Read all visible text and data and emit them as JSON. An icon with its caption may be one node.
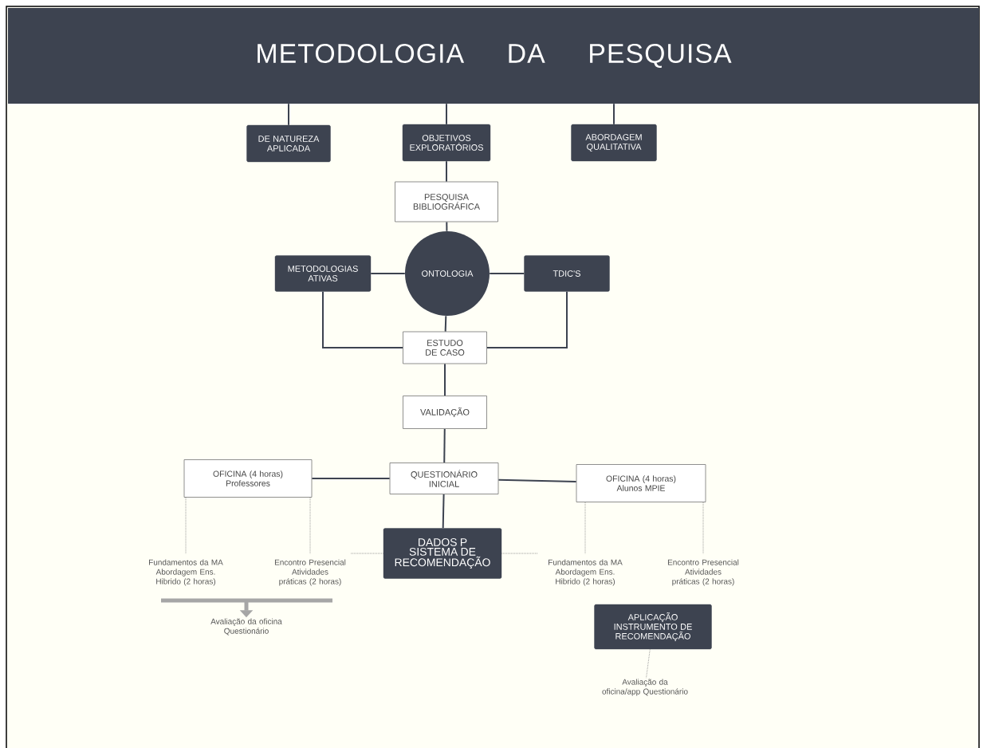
{
  "diagram": {
    "nodes": [
      {
        "text": [
          "METODOLOGIA DA PESQUISA"
        ]
      },
      {
        "text": [
          "DE NATUREZA APLICADA"
        ]
      },
      {
        "text": [
          "OBJETIVOS EXPLORATÓRIOS"
        ]
      },
      {
        "text": [
          "ABORDAGEM QUALITATIVA"
        ]
      },
      {
        "text": [
          "PESQUISA BIBLIOGRÁFICA"
        ]
      },
      {
        "text": [
          "METODOLOGIAS ATIVAS"
        ]
      },
      {
        "text": [
          "ONTOLOGIA"
        ]
      },
      {
        "text": [
          "TDIC'S"
        ]
      },
      {
        "text": [
          "ESTUDO DE CASO"
        ]
      },
      {
        "text": [
          "VALIDAÇÃO"
        ]
      },
      {
        "text": [
          "OFICINA (4 horas) Professores"
        ]
      },
      {
        "text": [
          "QUESTIONÁRIO INICIAL"
        ]
      },
      {
        "text": [
          "OFICINA (4 horas) Alunos MPIE"
        ]
      },
      {
        "text": [
          "Fundamentos da MA Abordagem Ens. Hibrido (2 horas)"
        ]
      },
      {
        "text": [
          "Encontro Presencial Atividades práticas (2 horas)"
        ]
      },
      {
        "text": [
          "DADOS P SISTEMA DE RECOMENDAÇÃO"
        ]
      },
      {
        "text": [
          "Fundamentos da MA Abordagem Ens. Hibrido (2 horas)"
        ]
      },
      {
        "text": [
          "Encontro Presencial Atividades práticas (2 horas)"
        ]
      },
      {
        "text": [
          "Avaliação da oficina Questionário"
        ]
      },
      {
        "text": [
          "APLICAÇÃO INSTRUMENTO DE RECOMENDAÇÃO"
        ]
      },
      {
        "text": [
          "Avaliação da oficina/app Questionário"
        ]
      }
    ],
    "edges": [
      {
        "from": 0,
        "to": 1,
        "arrow": "none"
      },
      {
        "from": 0,
        "to": 2,
        "arrow": "none"
      },
      {
        "from": 0,
        "to": 3,
        "arrow": "none"
      },
      {
        "from": 2,
        "to": 4,
        "arrow": "none"
      },
      {
        "from": 4,
        "to": 6,
        "arrow": "none"
      },
      {
        "from": 5,
        "to": 6,
        "arrow": "none"
      },
      {
        "from": 6,
        "to": 7,
        "arrow": "none"
      },
      {
        "from": 6,
        "to": 8,
        "arrow": "none"
      },
      {
        "from": 5,
        "to": 8,
        "arrow": "none"
      },
      {
        "from": 7,
        "to": 8,
        "arrow": "none"
      },
      {
        "from": 8,
        "to": 9,
        "arrow": "none"
      },
      {
        "from": 9,
        "to": 11,
        "arrow": "none"
      },
      {
        "from": 10,
        "to": 11,
        "arrow": "none"
      },
      {
        "from": 11,
        "to": 12,
        "arrow": "none"
      },
      {
        "from": 11,
        "to": 15,
        "arrow": "none"
      },
      {
        "from": 10,
        "to": 13,
        "arrow": "none",
        "style": "dashed",
        "color": "#9a9a9a"
      },
      {
        "from": 10,
        "to": 14,
        "arrow": "none",
        "style": "dashed",
        "color": "#9a9a9a"
      },
      {
        "from": 14,
        "to": 15,
        "arrow": "none",
        "style": "dashed",
        "color": "#9a9a9a"
      },
      {
        "from": 15,
        "to": 16,
        "arrow": "none",
        "style": "dashed",
        "color": "#9a9a9a"
      },
      {
        "from": 12,
        "to": 16,
        "arrow": "none",
        "style": "dashed",
        "color": "#9a9a9a"
      },
      {
        "from": 12,
        "to": 17,
        "arrow": "none",
        "style": "dashed",
        "color": "#9a9a9a"
      },
      {
        "from": 13,
        "to": 18,
        "arrow": "to",
        "style": "thick",
        "color": "#a6a6a6"
      },
      {
        "from": 14,
        "to": 18,
        "arrow": "to",
        "style": "thick",
        "color": "#a6a6a6"
      },
      {
        "from": 19,
        "to": 20,
        "arrow": "none",
        "style": "dashed",
        "color": "#9a9a9a"
      }
    ]
  }
}
